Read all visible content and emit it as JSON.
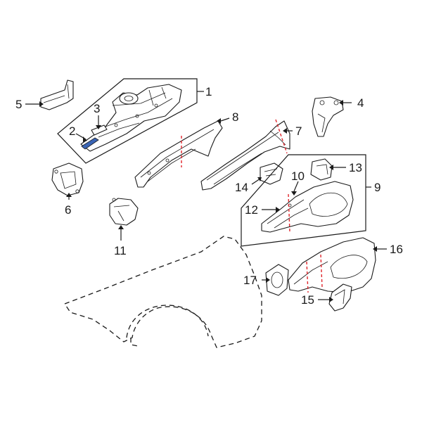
{
  "diagram": {
    "callouts": [
      {
        "id": "1",
        "text": "1"
      },
      {
        "id": "2",
        "text": "2"
      },
      {
        "id": "3",
        "text": "3"
      },
      {
        "id": "4",
        "text": "4"
      },
      {
        "id": "5",
        "text": "5"
      },
      {
        "id": "6",
        "text": "6"
      },
      {
        "id": "7",
        "text": "7"
      },
      {
        "id": "8",
        "text": "8"
      },
      {
        "id": "9",
        "text": "9"
      },
      {
        "id": "10",
        "text": "10"
      },
      {
        "id": "11",
        "text": "11"
      },
      {
        "id": "12",
        "text": "12"
      },
      {
        "id": "13",
        "text": "13"
      },
      {
        "id": "14",
        "text": "14"
      },
      {
        "id": "15",
        "text": "15"
      },
      {
        "id": "16",
        "text": "16"
      },
      {
        "id": "17",
        "text": "17"
      }
    ],
    "colors": {
      "ink": "#1a1a1a",
      "cut_line": "#e0262c",
      "highlight": "#3a64b4",
      "background": "#ffffff"
    }
  }
}
